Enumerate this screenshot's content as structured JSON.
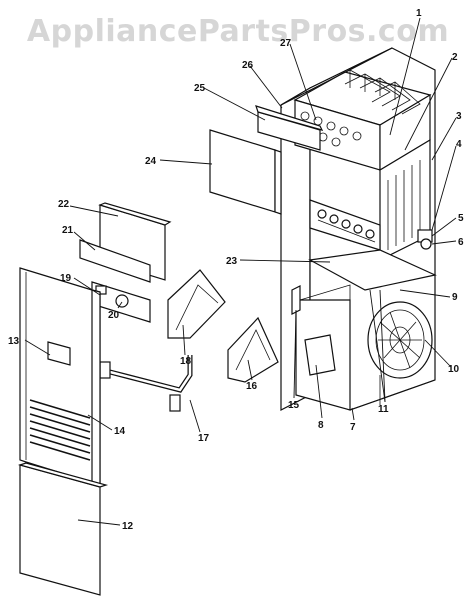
{
  "watermark": "AppliancePartsPros.com",
  "callouts": {
    "c1": "1",
    "c2": "2",
    "c3": "3",
    "c4": "4",
    "c5": "5",
    "c6": "6",
    "c7": "7",
    "c8": "8",
    "c9": "9",
    "c10": "10",
    "c11": "11",
    "c12": "12",
    "c13": "13",
    "c14": "14",
    "c15": "15",
    "c16": "16",
    "c17": "17",
    "c18": "18",
    "c19": "19",
    "c20": "20",
    "c21": "21",
    "c22": "22",
    "c23": "23",
    "c24": "24",
    "c25": "25",
    "c26": "26",
    "c27": "27"
  }
}
